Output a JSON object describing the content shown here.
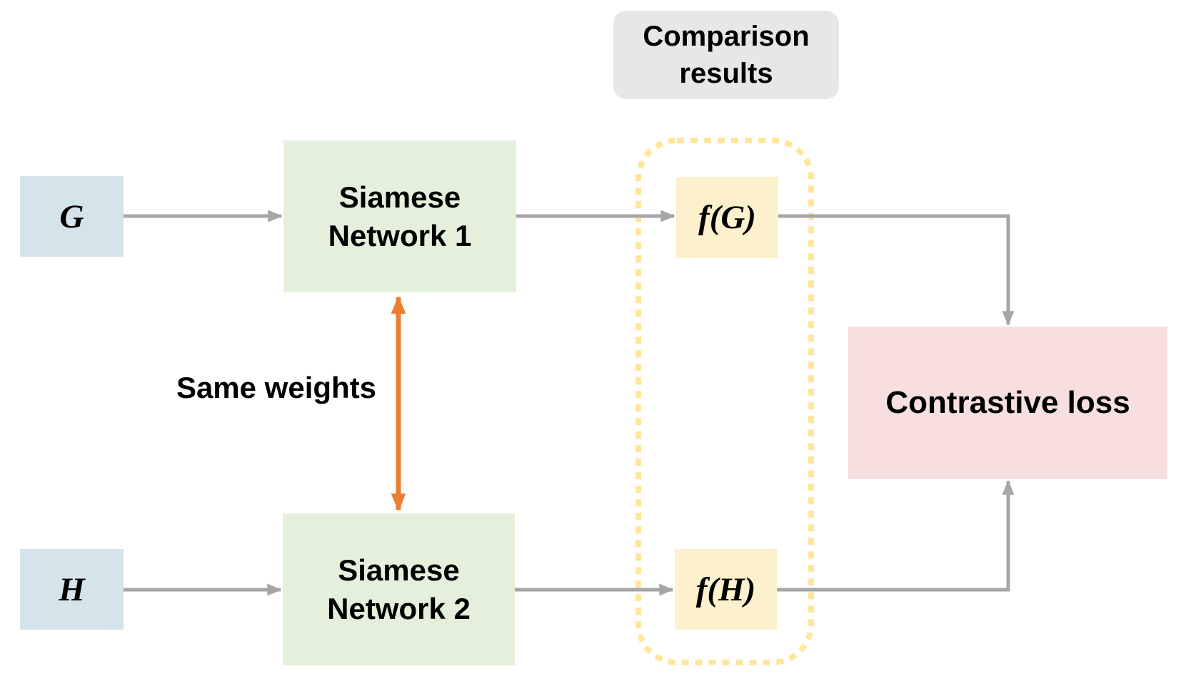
{
  "colors": {
    "input_box": "#d5e3eb",
    "network_box": "#e4f0db",
    "output_box": "#fdf0cc",
    "loss_box": "#f8dfdf",
    "label_box": "#e7e7e7",
    "dashed_border": "#ffe69b",
    "arrow_gray": "#a6a6a6",
    "arrow_orange": "#ed7d31",
    "text": "#000000"
  },
  "diagram": {
    "inputs": [
      {
        "label": "G"
      },
      {
        "label": "H"
      }
    ],
    "networks": [
      {
        "lines": [
          "Siamese",
          "Network 1"
        ]
      },
      {
        "lines": [
          "Siamese",
          "Network 2"
        ]
      }
    ],
    "comparison": {
      "lines": [
        "Comparison",
        "results"
      ]
    },
    "outputs": [
      {
        "label": "f(G)"
      },
      {
        "label": "f(H)"
      }
    ],
    "loss": {
      "label": "Contrastive loss"
    },
    "annotations": {
      "same_weights": "Same weights"
    }
  }
}
